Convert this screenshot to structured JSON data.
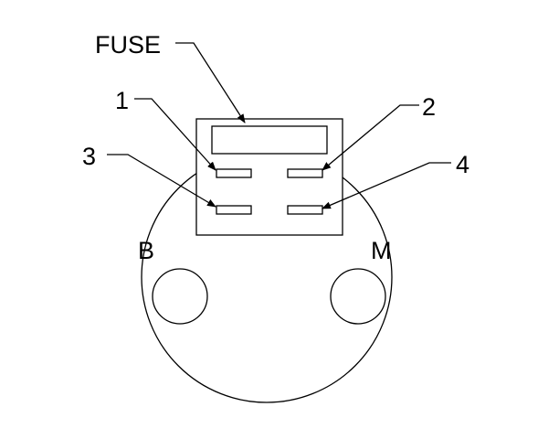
{
  "diagram": {
    "fuse_label": "FUSE",
    "terminal_labels": [
      "1",
      "2",
      "3",
      "4"
    ],
    "post_labels": {
      "battery": "B",
      "motor": "M"
    },
    "line_color": "#000000",
    "background": "#ffffff"
  }
}
